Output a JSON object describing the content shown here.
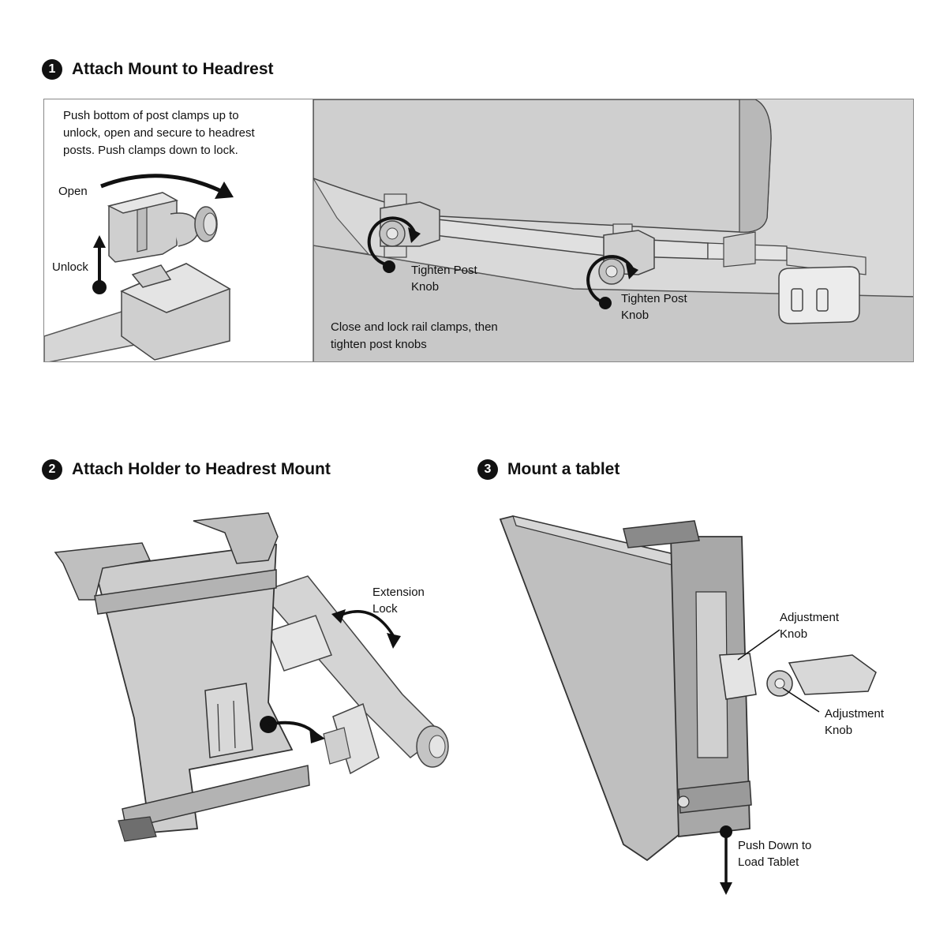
{
  "step1": {
    "number": "1",
    "title": "Attach Mount to Headrest",
    "instruction": "Push bottom of post clamps up to\nunlock, open and secure to headrest\nposts. Push clamps down to lock.",
    "open_label": "Open",
    "unlock_label": "Unlock",
    "tighten_label_1": "Tighten Post\nKnob",
    "tighten_label_2": "Tighten Post\nKnob",
    "rail_instruction": "Close and lock rail clamps, then\ntighten post knobs"
  },
  "step2": {
    "number": "2",
    "title": "Attach Holder to Headrest Mount",
    "extension_lock_label": "Extension\nLock"
  },
  "step3": {
    "number": "3",
    "title": "Mount a tablet",
    "adjustment_knob_label_1": "Adjustment\nKnob",
    "adjustment_knob_label_2": "Adjustment\nKnob",
    "push_down_label": "Push Down to\nLoad Tablet"
  },
  "colors": {
    "part_fill": "#cfcfcf",
    "part_dark": "#8a8a8a",
    "background_panel": "#d9d9d9",
    "arrow": "#111111"
  }
}
